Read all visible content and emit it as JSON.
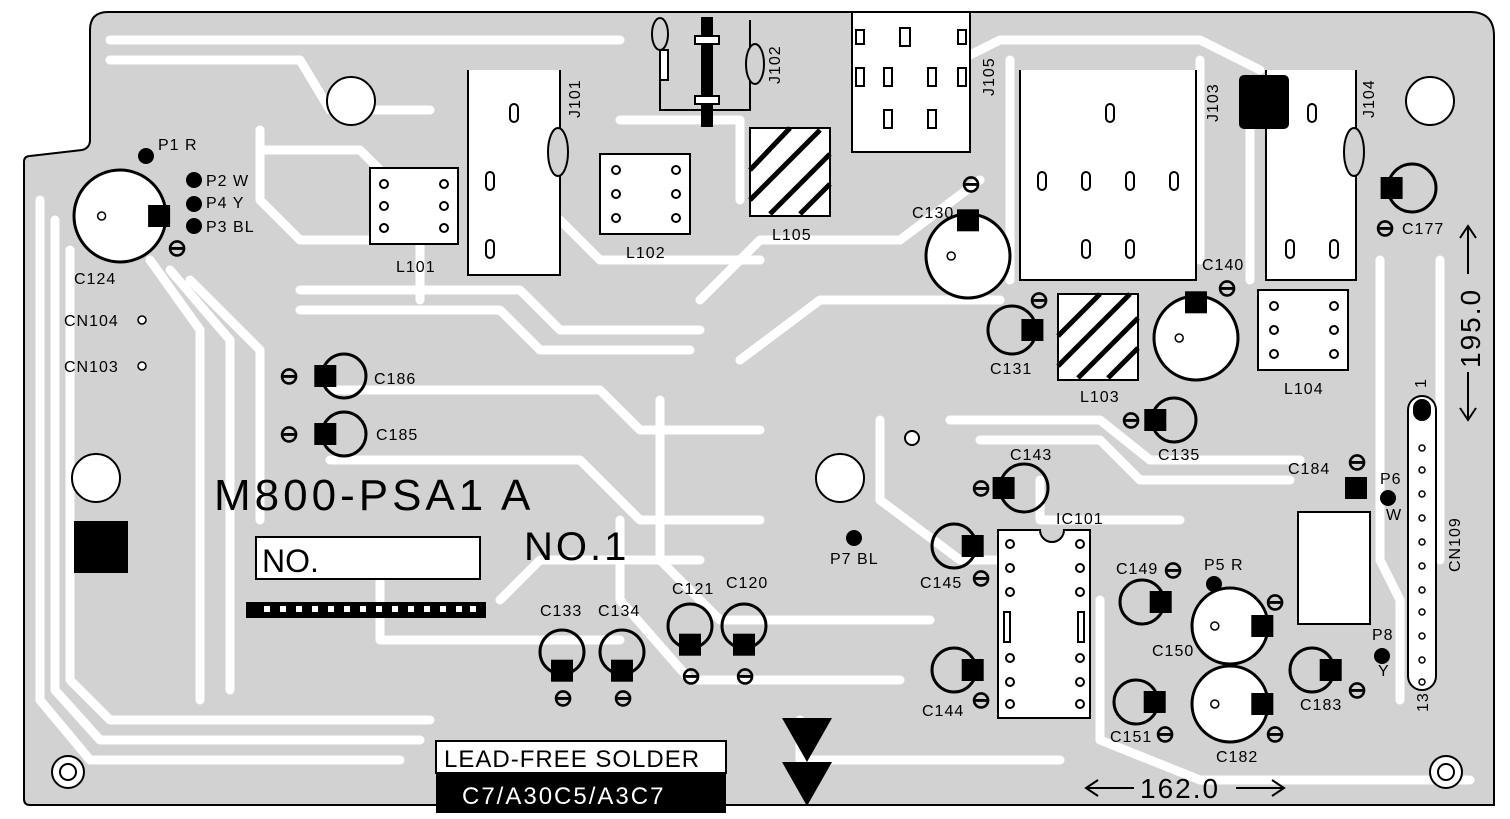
{
  "board": {
    "model": "M800-PSA1 A",
    "number": "NO.1",
    "no_box_label": "NO.",
    "lead_free_title": "LEAD-FREE SOLDER",
    "lead_free_code": "C7/A30C5/A3C7",
    "dimension_width": "162.0",
    "dimension_height": "195.0",
    "colors": {
      "board": "#d2d2d2",
      "trace": "#ffffff",
      "ink": "#000000",
      "background": "#ffffff"
    }
  },
  "jacks": [
    {
      "id": "J101"
    },
    {
      "id": "J102"
    },
    {
      "id": "J103"
    },
    {
      "id": "J104"
    },
    {
      "id": "J105"
    }
  ],
  "coils": [
    {
      "id": "L101"
    },
    {
      "id": "L102"
    },
    {
      "id": "L103"
    },
    {
      "id": "L104"
    },
    {
      "id": "L105"
    }
  ],
  "capacitors": [
    {
      "id": "C120"
    },
    {
      "id": "C121"
    },
    {
      "id": "C124"
    },
    {
      "id": "C130"
    },
    {
      "id": "C131"
    },
    {
      "id": "C133"
    },
    {
      "id": "C134"
    },
    {
      "id": "C135"
    },
    {
      "id": "C140"
    },
    {
      "id": "C143"
    },
    {
      "id": "C144"
    },
    {
      "id": "C145"
    },
    {
      "id": "C149"
    },
    {
      "id": "C150"
    },
    {
      "id": "C151"
    },
    {
      "id": "C177"
    },
    {
      "id": "C182"
    },
    {
      "id": "C183"
    },
    {
      "id": "C184"
    },
    {
      "id": "C185"
    },
    {
      "id": "C186"
    }
  ],
  "ic": {
    "id": "IC101"
  },
  "connectors": [
    {
      "id": "CN103"
    },
    {
      "id": "CN104"
    },
    {
      "id": "CN109",
      "pin_first": "1",
      "pin_last": "13"
    }
  ],
  "test_points": [
    {
      "id": "P1",
      "color_code": "R"
    },
    {
      "id": "P2",
      "color_code": "W"
    },
    {
      "id": "P3",
      "color_code": "BL"
    },
    {
      "id": "P4",
      "color_code": "Y"
    },
    {
      "id": "P5",
      "color_code": "R"
    },
    {
      "id": "P6",
      "color_code": "W"
    },
    {
      "id": "P7",
      "color_code": "BL"
    },
    {
      "id": "P8",
      "color_code": "Y"
    }
  ],
  "polarity_symbol": "⊖"
}
